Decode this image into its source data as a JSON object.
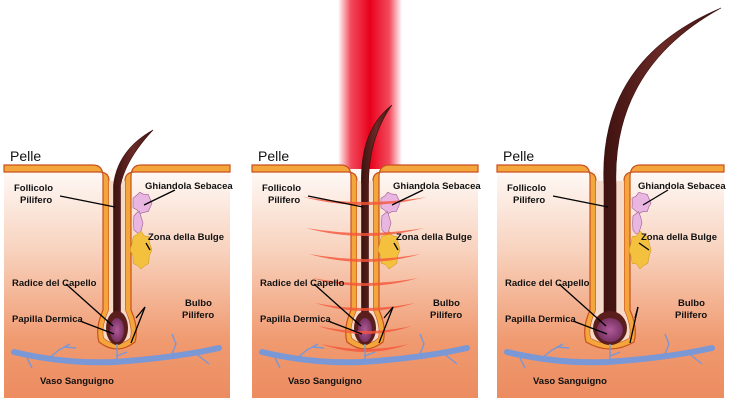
{
  "diagram": {
    "description": "Hair follicle growth stages before, during and after laser stimulation",
    "colors": {
      "skin_top": "#fdf3ee",
      "skin_bottom": "#ee8f62",
      "skin_band": "#f3a63c",
      "skin_band_outline": "#c9501d",
      "hair": "#5a1e1c",
      "sebaceous_gland": "#e9b6e1",
      "bulge_zone": "#f3c13e",
      "papilla": "#8a3a70",
      "blood_vessel": "#7a97d6",
      "laser": "#ee0d25",
      "laser_rings": "#f5553a"
    },
    "panels": [
      {
        "id": "before",
        "laser": false,
        "hair_growth": "short",
        "title": "Pelle",
        "labels": {
          "follicle": [
            "Follicolo",
            "Pilifero"
          ],
          "gland": "Ghiandola Sebacea",
          "bulge": "Zona della Bulge",
          "root": "Radice del Capello",
          "papilla": "Papilla Dermica",
          "bulb": [
            "Bulbo",
            "Pilifero"
          ],
          "vessel": "Vaso Sanguigno"
        }
      },
      {
        "id": "laser",
        "laser": true,
        "hair_growth": "medium",
        "title": "Pelle",
        "labels": {
          "follicle": [
            "Follicolo",
            "Pilifero"
          ],
          "gland": "Ghiandola Sebacea",
          "bulge": "Zona della Bulge",
          "root": "Radice del Capello",
          "papilla": "Papilla Dermica",
          "bulb": [
            "Bulbo",
            "Pilifero"
          ],
          "vessel": "Vaso Sanguigno"
        }
      },
      {
        "id": "after",
        "laser": false,
        "hair_growth": "long",
        "title": "Pelle",
        "labels": {
          "follicle": [
            "Follicolo",
            "Pilifero"
          ],
          "gland": "Ghiandola Sebacea",
          "bulge": "Zona della Bulge",
          "root": "Radice del Capello",
          "papilla": "Papilla Dermica",
          "bulb": [
            "Bulbo",
            "Pilifero"
          ],
          "vessel": "Vaso Sanguigno"
        }
      }
    ]
  }
}
